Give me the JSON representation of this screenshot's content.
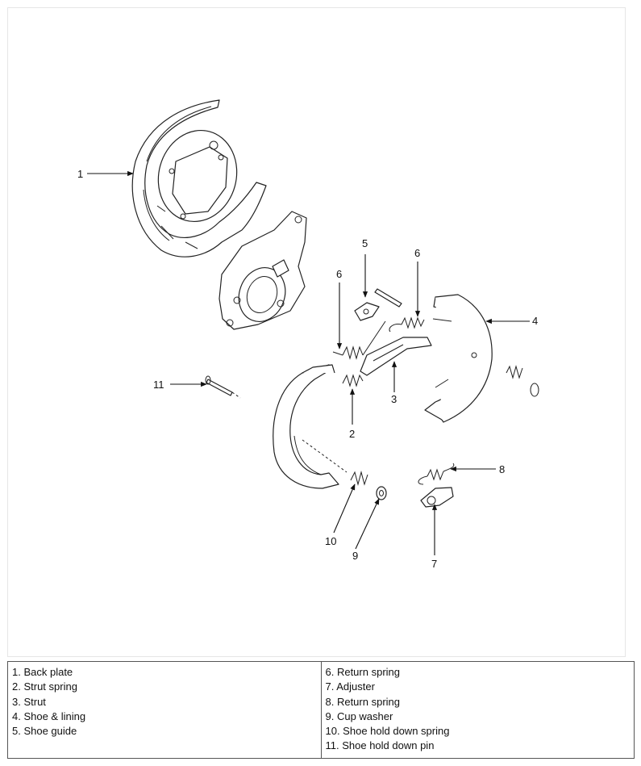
{
  "callouts": [
    "1",
    "2",
    "3",
    "4",
    "5",
    "6",
    "6",
    "7",
    "8",
    "9",
    "10",
    "11"
  ],
  "legend": {
    "left": [
      "1. Back plate",
      "2. Strut spring",
      "3. Strut",
      "4. Shoe & lining",
      "5. Shoe guide"
    ],
    "right": [
      "6. Return spring",
      "7. Adjuster",
      "8. Return spring",
      "9. Cup washer",
      "10. Shoe hold down spring",
      "11. Shoe hold down pin"
    ]
  }
}
